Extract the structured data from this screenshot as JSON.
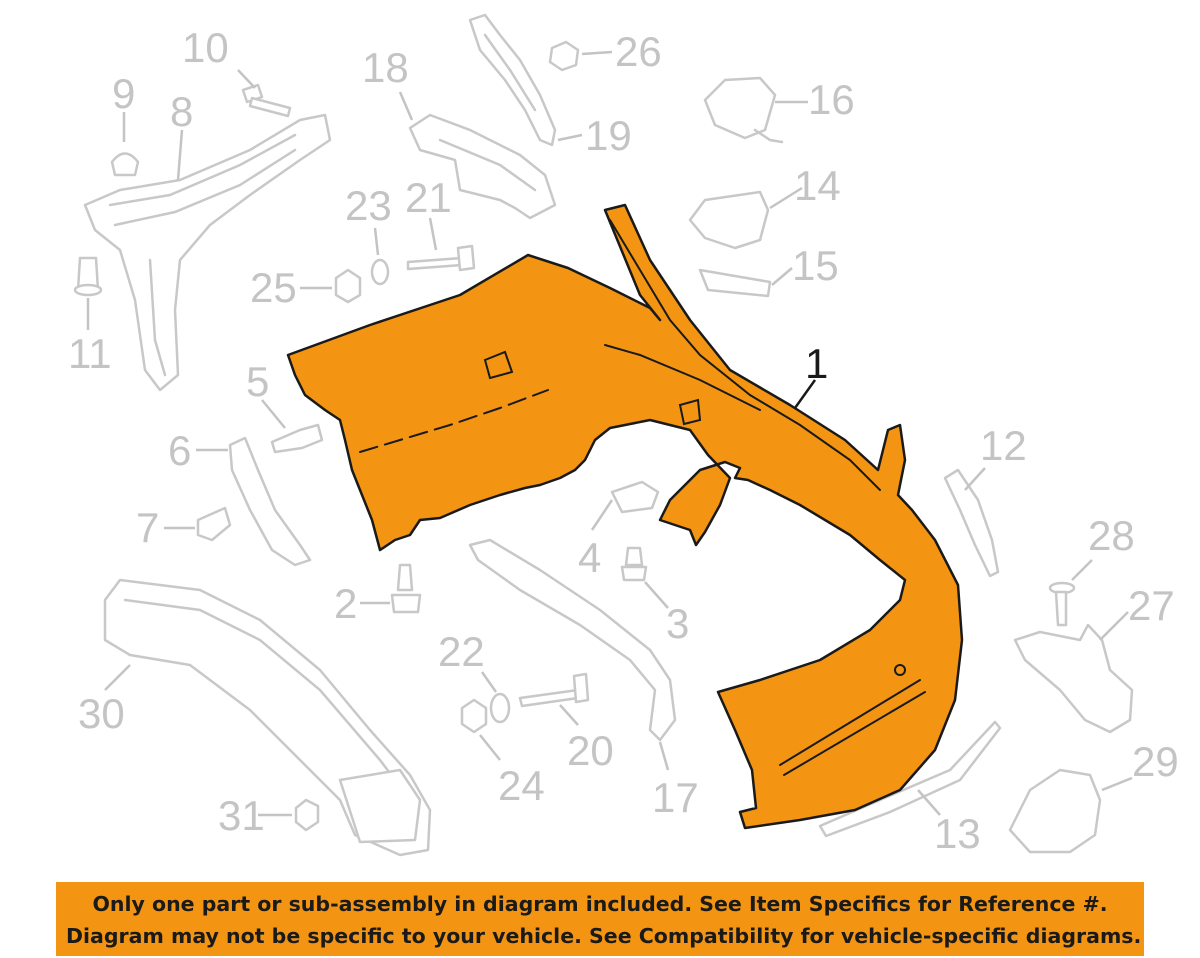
{
  "diagram": {
    "main_part_callout": "1",
    "callouts": {
      "c2": "2",
      "c3": "3",
      "c4": "4",
      "c5": "5",
      "c6": "6",
      "c7": "7",
      "c8": "8",
      "c9": "9",
      "c10": "10",
      "c11": "11",
      "c12": "12",
      "c13": "13",
      "c14": "14",
      "c15": "15",
      "c16": "16",
      "c17": "17",
      "c18": "18",
      "c19": "19",
      "c20": "20",
      "c21": "21",
      "c22": "22",
      "c23": "23",
      "c24": "24",
      "c25": "25",
      "c26": "26",
      "c27": "27",
      "c28": "28",
      "c29": "29",
      "c30": "30",
      "c31": "31"
    },
    "colors": {
      "highlight": "#f39512",
      "outline": "#1a1a1a",
      "ghost": "#c8c8c8"
    }
  },
  "disclaimer": {
    "line1": "Only one part or sub-assembly in diagram included. See Item Specifics for Reference #.",
    "line2": "Diagram may not be specific to your vehicle. See Compatibility for vehicle-specific diagrams."
  }
}
